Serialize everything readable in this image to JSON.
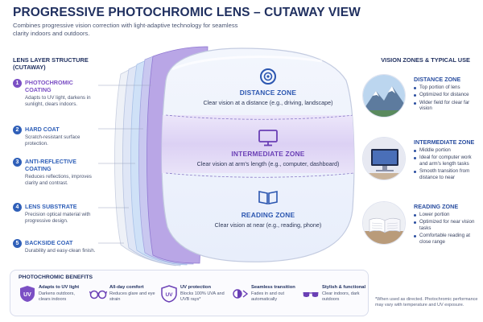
{
  "header": {
    "title": "PROGRESSIVE PHOTOCHROMIC LENS – CUTAWAY VIEW",
    "subtitle": "Combines progressive vision correction with light-adaptive technology for seamless clarity indoors and outdoors."
  },
  "layer_structure": {
    "heading": "LENS LAYER STRUCTURE (CUTAWAY)",
    "layers": [
      {
        "number": "1",
        "title": "PHOTOCHROMIC COATING",
        "description": "Adapts to UV light, darkens in sunlight, clears indoors.",
        "color": "#7b4fc4"
      },
      {
        "number": "2",
        "title": "HARD COAT",
        "description": "Scratch-resistant surface protection.",
        "color": "#2f5fb8"
      },
      {
        "number": "3",
        "title": "ANTI-REFLECTIVE COATING",
        "description": "Reduces reflections, improves clarity and contrast.",
        "color": "#2f5fb8"
      },
      {
        "number": "4",
        "title": "LENS SUBSTRATE",
        "description": "Precision optical material with progressive design.",
        "color": "#2f5fb8"
      },
      {
        "number": "5",
        "title": "BACKSIDE COAT",
        "description": "Durability and easy-clean finish.",
        "color": "#2f5fb8"
      }
    ]
  },
  "lens_zones": [
    {
      "title": "DISTANCE ZONE",
      "description": "Clear vision at a distance (e.g., driving, landscape)",
      "icon": "target-eye-icon",
      "color": "#2b56b0"
    },
    {
      "title": "INTERMEDIATE ZONE",
      "description": "Clear vision at arm's length (e.g., computer, dashboard)",
      "icon": "monitor-icon",
      "color": "#6a3fb5"
    },
    {
      "title": "READING ZONE",
      "description": "Clear vision at near (e.g., reading, phone)",
      "icon": "book-icon",
      "color": "#2b56b0"
    }
  ],
  "vision_zones": {
    "heading": "VISION ZONES & TYPICAL USE",
    "items": [
      {
        "title": "DISTANCE ZONE",
        "image": "mountain-landscape",
        "bullets": [
          "Top portion of lens",
          "Optimized for distance",
          "Wider field for clear far vision"
        ]
      },
      {
        "title": "INTERMEDIATE ZONE",
        "image": "computer-monitor",
        "bullets": [
          "Middle portion",
          "Ideal for computer work and arm's length tasks",
          "Smooth transition from distance to near"
        ]
      },
      {
        "title": "READING ZONE",
        "image": "open-book",
        "bullets": [
          "Lower portion",
          "Optimized for near vision tasks",
          "Comfortable reading at close range"
        ]
      }
    ]
  },
  "benefits": {
    "heading": "PHOTOCHROMIC BENEFITS",
    "items": [
      {
        "title": "Adapts to UV light",
        "description": "Darkens outdoors, clears indoors",
        "icon": "uv-shield-icon"
      },
      {
        "title": "All-day comfort",
        "description": "Reduces glare and eye strain",
        "icon": "glasses-icon"
      },
      {
        "title": "UV protection",
        "description": "Blocks 100% UVA and UVB rays*",
        "icon": "uv-badge-icon"
      },
      {
        "title": "Seamless transition",
        "description": "Fades in and out automatically",
        "icon": "transition-icon"
      },
      {
        "title": "Stylish & functional",
        "description": "Clear indoors, dark outdoors",
        "icon": "sunglasses-icon"
      }
    ]
  },
  "footnote": "*When used as directed. Photochromic performance may vary with temperature and UV exposure.",
  "colors": {
    "navy": "#1f2f5f",
    "accent_blue": "#2b56b0",
    "accent_purple": "#6a3fb5",
    "lens_tint_purple": "#d9d0f3"
  }
}
